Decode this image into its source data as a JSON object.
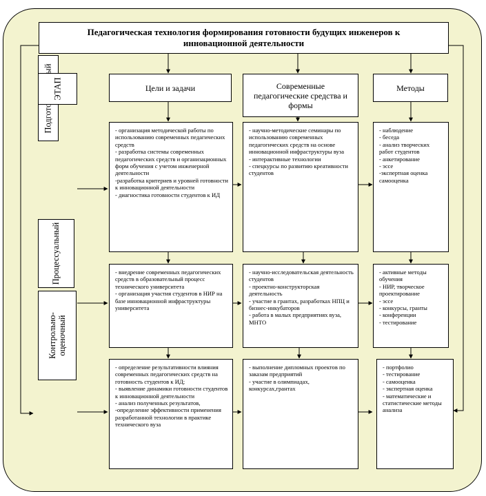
{
  "title": "Педагогическая технология формирования готовности будущих инженеров к инновационной деятельности",
  "stages": {
    "preparatory": "Подготовительный",
    "etap": "ЭТАП",
    "procedural": "Процессуальный",
    "control_line1": "Контрольно-",
    "control_line2": "оценочный"
  },
  "columns": {
    "goals": "Цели и задачи",
    "means": "Современные педагогические средства и формы",
    "methods": "Методы"
  },
  "rows": [
    {
      "goals": [
        "- организация методической работы по использованию современных педагических средств",
        "- разработка системы современных педагогических средств и организационных форм обучения с учетом инженерной деятельности",
        "-разработка критериев и уровней готовности к инновационной деятельности",
        "- диагностика готовности студентов к ИД"
      ],
      "means": [
        "- научно-методические семинары по использованию современных педагогических средств на основе инновационной инфраструктуры вуза",
        "- интерактивные технологии",
        "- спецкурсы по развитию креативности студентов"
      ],
      "methods": [
        "- наблюдение",
        "- беседа",
        "- анализ творческих работ студентов",
        "- анкетирование",
        "- эссе",
        "-экспертная оценка самооценка"
      ]
    },
    {
      "goals": [
        "- внедрение современных педагогических средств в образовательный процесс технического университета",
        "- организация участия студентов в НИР на базе инновационной инфраструктуры университета"
      ],
      "means": [
        "- научно-исследовательская деятельность студентов",
        "- проектно-конструкторская деятельность",
        "- участие в грантах, разработках НПЦ и бизнес-инкубаторов",
        "- работа в малых предприятиях вуза, МНТО"
      ],
      "methods": [
        "- активные методы обучения",
        "- НИР, творческое проектирование",
        "- эссе",
        "- конкурсы, гранты",
        "- конференции",
        "- тестирование"
      ]
    },
    {
      "goals": [
        "- определение результативности влияния современных педагогических средств на готовность студентов к ИД;",
        "- выявление динамики готовности студентов к инновационной деятельности",
        "- анализ полученных результатов,",
        "-определение эффективности применения разработанной технологии в практике технического вуза"
      ],
      "means": [
        "- выполнение дипломных проектов по заказам предприятий",
        "- участие в олимпиадах, конкурсах,грантах"
      ],
      "methods": [
        "- портфолио",
        "- тестирование",
        "- самооценка",
        "- экспертная оценка",
        "- математические и статистические методы анализа"
      ]
    }
  ]
}
